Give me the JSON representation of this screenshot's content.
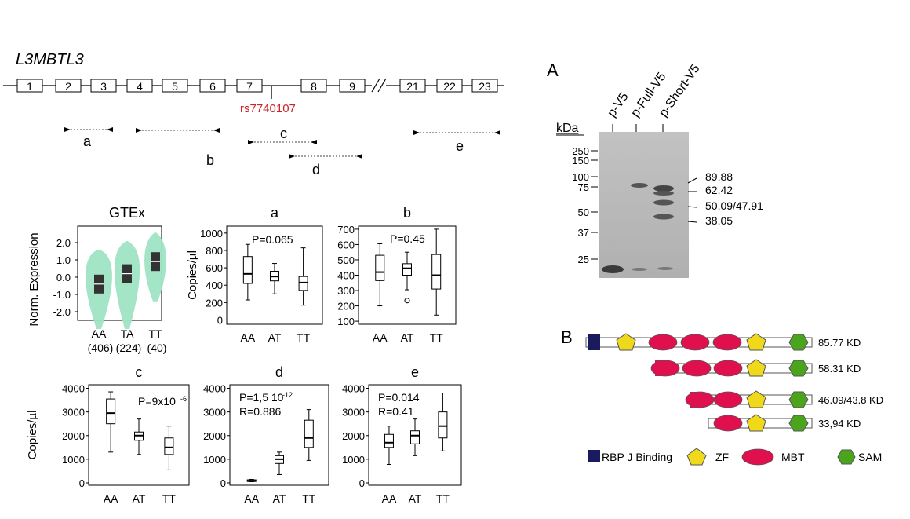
{
  "gene": {
    "name": "L3MBTL3",
    "exons": [
      "1",
      "2",
      "3",
      "4",
      "5",
      "6",
      "7",
      "8",
      "9",
      "21",
      "22",
      "23"
    ],
    "snp": "rs7740107",
    "amplicons": [
      "a",
      "b",
      "c",
      "d",
      "e"
    ]
  },
  "colors": {
    "snp": "#cc2222",
    "violin": "#9fe3c4",
    "mbt": "#e0104f",
    "zf": "#f0d81a",
    "sam": "#4aa51c",
    "rbpj": "#1a1a5e"
  },
  "chart_data": [
    {
      "type": "violin",
      "title": "GTEx",
      "ylabel": "Norm. Expression",
      "categories": [
        "AA",
        "TA",
        "TT"
      ],
      "counts": [
        "(406)",
        "(224)",
        "(40)"
      ],
      "yticks": [
        "2.0",
        "1.0",
        "0.0",
        "-1.0",
        "-2.0"
      ],
      "medians": [
        -0.4,
        0.2,
        0.9
      ]
    },
    {
      "type": "box",
      "title": "a",
      "ylabel": "Copies/µl",
      "categories": [
        "AA",
        "AT",
        "TT"
      ],
      "yticks": [
        "1000",
        "800",
        "600",
        "400",
        "200",
        "0"
      ],
      "stats": [
        "P=0.065"
      ],
      "boxes": [
        {
          "min": 230,
          "q1": 420,
          "median": 530,
          "q3": 730,
          "max": 870
        },
        {
          "min": 300,
          "q1": 450,
          "median": 500,
          "q3": 560,
          "max": 650
        },
        {
          "min": 170,
          "q1": 340,
          "median": 430,
          "q3": 500,
          "max": 830
        }
      ]
    },
    {
      "type": "box",
      "title": "b",
      "ylabel": "",
      "categories": [
        "AA",
        "AT",
        "TT"
      ],
      "yticks": [
        "700",
        "600",
        "500",
        "400",
        "300",
        "200",
        "100"
      ],
      "stats": [
        "P=0.45"
      ],
      "boxes": [
        {
          "min": 200,
          "q1": 365,
          "median": 420,
          "q3": 530,
          "max": 605
        },
        {
          "min": 305,
          "q1": 400,
          "median": 445,
          "q3": 475,
          "max": 550,
          "outliers": [
            235
          ]
        },
        {
          "min": 140,
          "q1": 310,
          "median": 400,
          "q3": 535,
          "max": 700
        }
      ]
    },
    {
      "type": "box",
      "title": "c",
      "ylabel": "Copies/µl",
      "categories": [
        "AA",
        "AT",
        "TT"
      ],
      "yticks": [
        "4000",
        "3000",
        "2000",
        "1000",
        "0"
      ],
      "stats": [
        "P=9x10",
        "-6"
      ],
      "boxes": [
        {
          "min": 1300,
          "q1": 2500,
          "median": 2950,
          "q3": 3550,
          "max": 3850
        },
        {
          "min": 1200,
          "q1": 1800,
          "median": 2000,
          "q3": 2150,
          "max": 2700
        },
        {
          "min": 550,
          "q1": 1200,
          "median": 1500,
          "q3": 1900,
          "max": 2400
        }
      ]
    },
    {
      "type": "box",
      "title": "d",
      "ylabel": "",
      "categories": [
        "AA",
        "AT",
        "TT"
      ],
      "yticks": [
        "4000",
        "3000",
        "2000",
        "1000",
        "0"
      ],
      "stats": [
        "P=1,5 10",
        "-12",
        "R=0.886"
      ],
      "boxes": [
        {
          "min": 50,
          "q1": 60,
          "median": 80,
          "q3": 130,
          "max": 150
        },
        {
          "min": 350,
          "q1": 820,
          "median": 1000,
          "q3": 1150,
          "max": 1300
        },
        {
          "min": 950,
          "q1": 1500,
          "median": 1900,
          "q3": 2650,
          "max": 3100
        }
      ]
    },
    {
      "type": "box",
      "title": "e",
      "ylabel": "",
      "categories": [
        "AA",
        "AT",
        "TT"
      ],
      "yticks": [
        "4000",
        "3000",
        "2000",
        "1000",
        "0"
      ],
      "stats": [
        "P=0.014",
        "R=0.41"
      ],
      "boxes": [
        {
          "min": 780,
          "q1": 1500,
          "median": 1700,
          "q3": 2050,
          "max": 2400
        },
        {
          "min": 1150,
          "q1": 1650,
          "median": 2000,
          "q3": 2200,
          "max": 2700
        },
        {
          "min": 1350,
          "q1": 1900,
          "median": 2400,
          "q3": 3000,
          "max": 3800
        }
      ]
    }
  ],
  "western": {
    "label": "A",
    "kda_label": "kDa",
    "lanes": [
      "p-V5",
      "p-Full-V5",
      "p-Short-V5"
    ],
    "markers": [
      "250",
      "150",
      "100",
      "75",
      "50",
      "37",
      "25"
    ],
    "bands": [
      "89.88",
      "62.42",
      "50.09/47.91",
      "38.05"
    ]
  },
  "domains": {
    "label": "B",
    "isoforms": [
      "85.77 KD",
      "58.31 KD",
      "46.09/43.8 KD",
      "33,94 KD"
    ],
    "legend": [
      "RBP J Binding",
      "ZF",
      "MBT",
      "SAM"
    ]
  }
}
